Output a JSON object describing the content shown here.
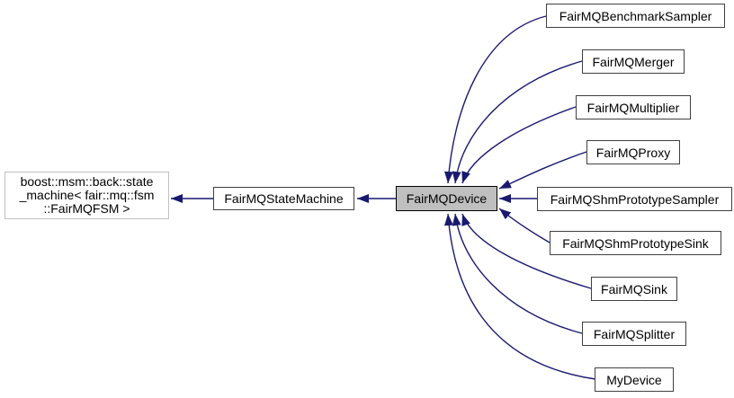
{
  "diagram": {
    "kind": "doxygen-inheritance-graph",
    "colors": {
      "edge": "#191970",
      "node_border": "#404040",
      "external_border": "#c0c0c0",
      "current_fill": "#bfbfbf",
      "background": "#ffffff"
    },
    "external_base": {
      "label": "boost::msm::back::state_machine< fair::mq::fsm::FairMQFSM >",
      "lines": [
        "boost::msm::back::state",
        "_machine< fair::mq::fsm",
        "::FairMQFSM >"
      ]
    },
    "base": {
      "label": "FairMQStateMachine"
    },
    "current": {
      "label": "FairMQDevice"
    },
    "derived": [
      {
        "label": "FairMQBenchmarkSampler"
      },
      {
        "label": "FairMQMerger"
      },
      {
        "label": "FairMQMultiplier"
      },
      {
        "label": "FairMQProxy"
      },
      {
        "label": "FairMQShmPrototypeSampler"
      },
      {
        "label": "FairMQShmPrototypeSink"
      },
      {
        "label": "FairMQSink"
      },
      {
        "label": "FairMQSplitter"
      },
      {
        "label": "MyDevice"
      }
    ]
  }
}
